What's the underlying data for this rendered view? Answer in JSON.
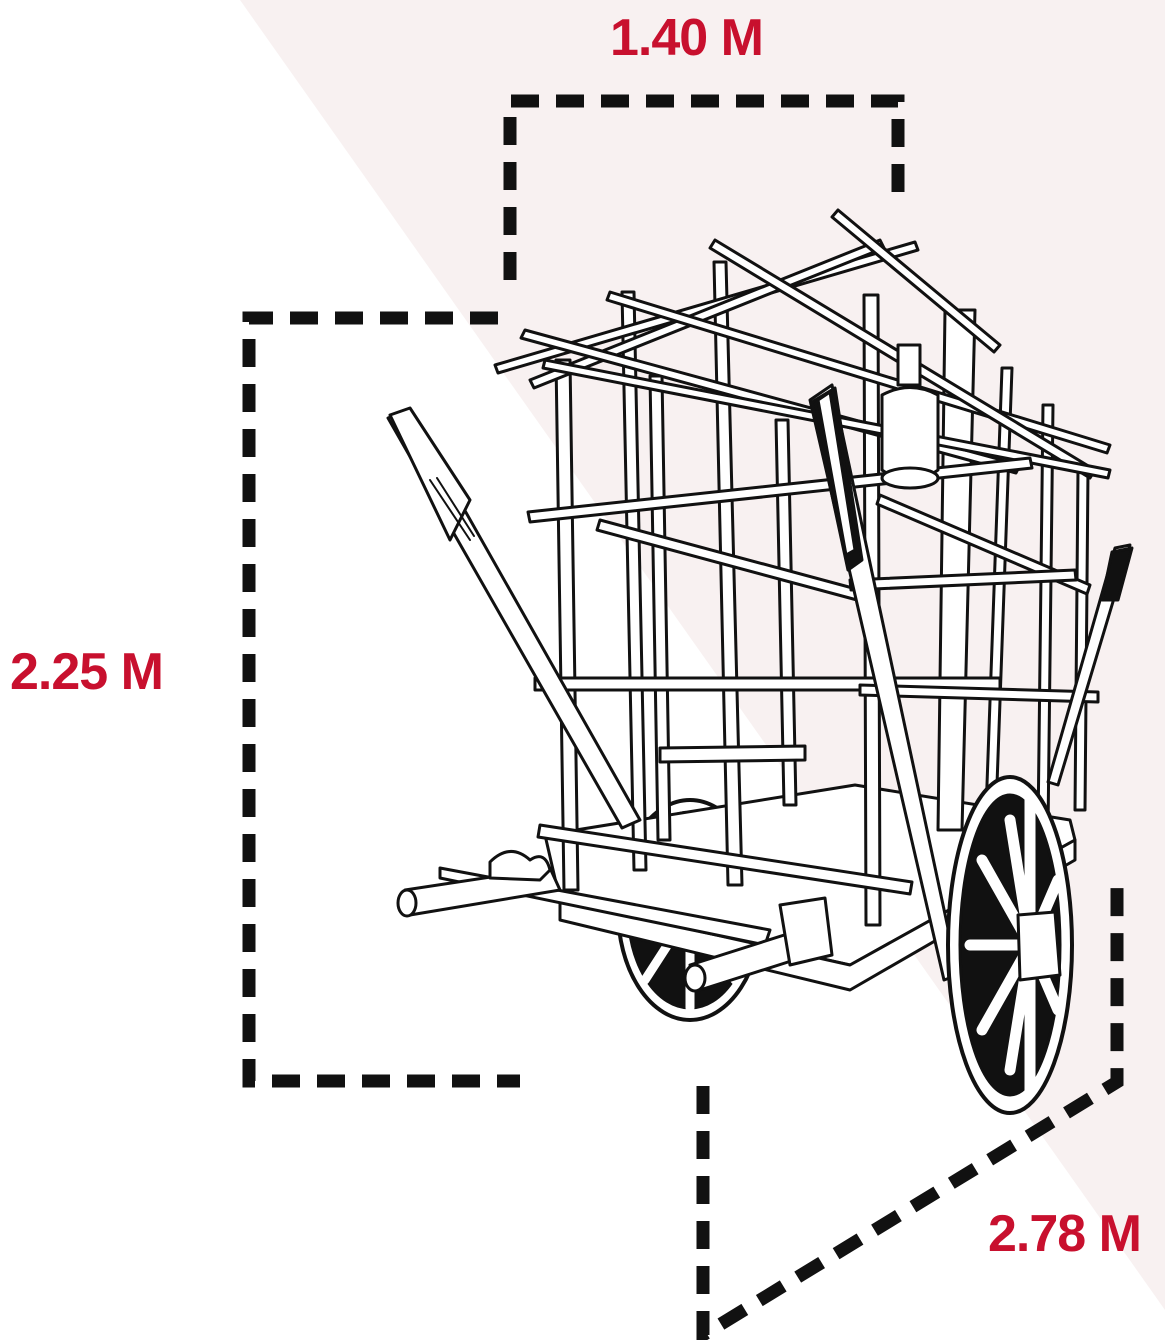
{
  "colors": {
    "background": "#ffffff",
    "backdrop": "#f8f1f1",
    "accent": "#c8102e",
    "line": "#111111"
  },
  "dimensions": {
    "width_label": "1.40 M",
    "height_label": "2.25 M",
    "length_label": "2.78 M"
  },
  "illustration": {
    "subject": "cart-icon"
  }
}
